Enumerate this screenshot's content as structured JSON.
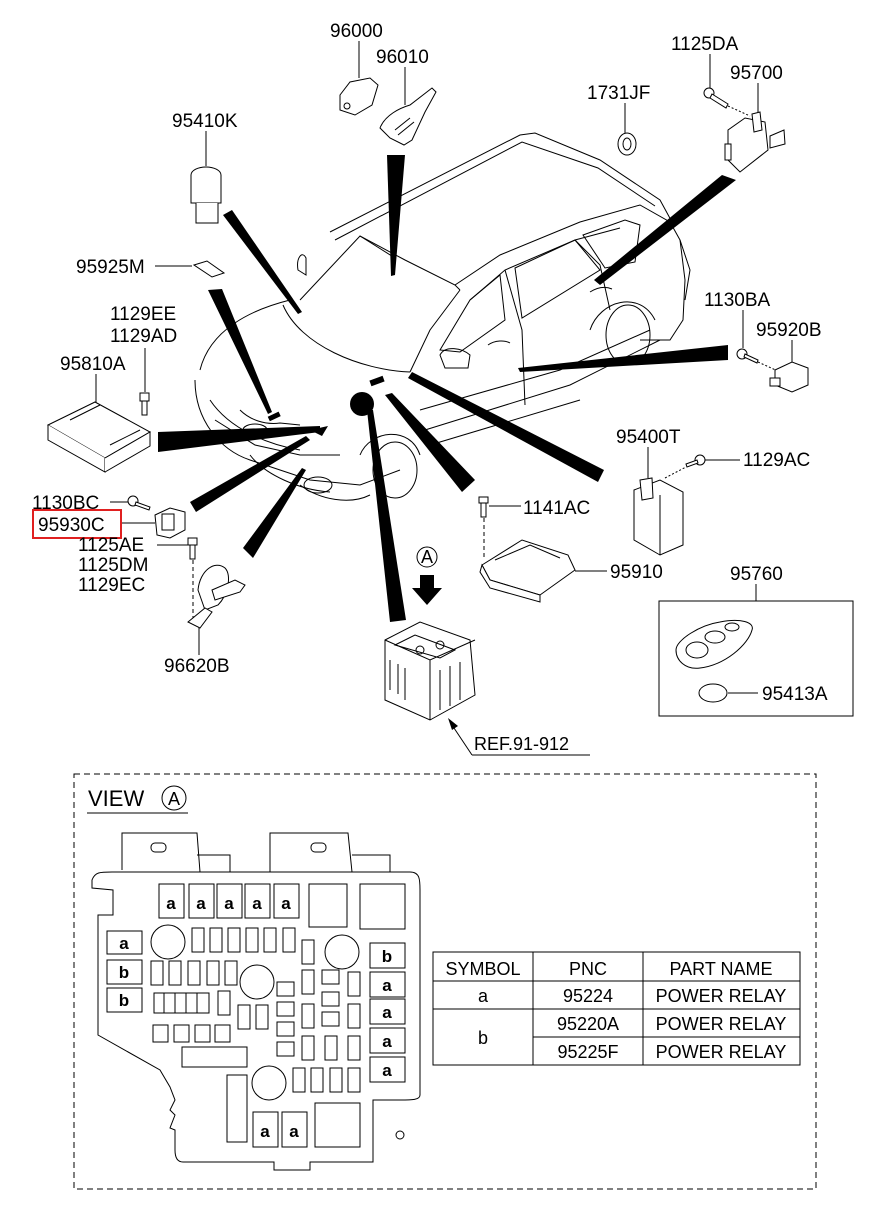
{
  "diagram": {
    "type": "exploded-parts-diagram",
    "subject": "Vehicle electrical modules and relays (SUV)",
    "highlight_color": "#e02020",
    "highlighted_part": "95930C",
    "part_labels": {
      "p96000": "96000",
      "p96010": "96010",
      "p95410K": "95410K",
      "p1731JF": "1731JF",
      "p1125DA": "1125DA",
      "p95700": "95700",
      "p95925M": "95925M",
      "p1129EE": "1129EE",
      "p1129AD": "1129AD",
      "p95810A": "95810A",
      "p1130BA": "1130BA",
      "p95920B": "95920B",
      "p95400T": "95400T",
      "p1129AC": "1129AC",
      "p1130BC": "1130BC",
      "p95930C": "95930C",
      "p1141AC": "1141AC",
      "p1125AE": "1125AE",
      "p1125DM": "1125DM",
      "p1129EC": "1129EC",
      "p95910": "95910",
      "p95760": "95760",
      "p96620B": "96620B",
      "p95413A": "95413A",
      "ref": "REF.91-912"
    },
    "view_marker": "A"
  },
  "view_a": {
    "title": "VIEW",
    "marker": "A",
    "relay_symbols": {
      "top_row": [
        "a",
        "a",
        "a",
        "a",
        "a"
      ],
      "left_col": [
        "a",
        "b",
        "b"
      ],
      "right_col": [
        "b",
        "a",
        "a",
        "a",
        "a"
      ],
      "bottom_row": [
        "a",
        "a"
      ]
    }
  },
  "legend_table": {
    "headers": [
      "SYMBOL",
      "PNC",
      "PART NAME"
    ],
    "rows": [
      {
        "symbol": "a",
        "pnc": "95224",
        "part_name": "POWER RELAY"
      },
      {
        "symbol": "b",
        "pnc": "95220A",
        "part_name": "POWER RELAY"
      },
      {
        "symbol": "",
        "pnc": "95225F",
        "part_name": "POWER RELAY"
      }
    ],
    "merged_symbol_b": "b"
  }
}
